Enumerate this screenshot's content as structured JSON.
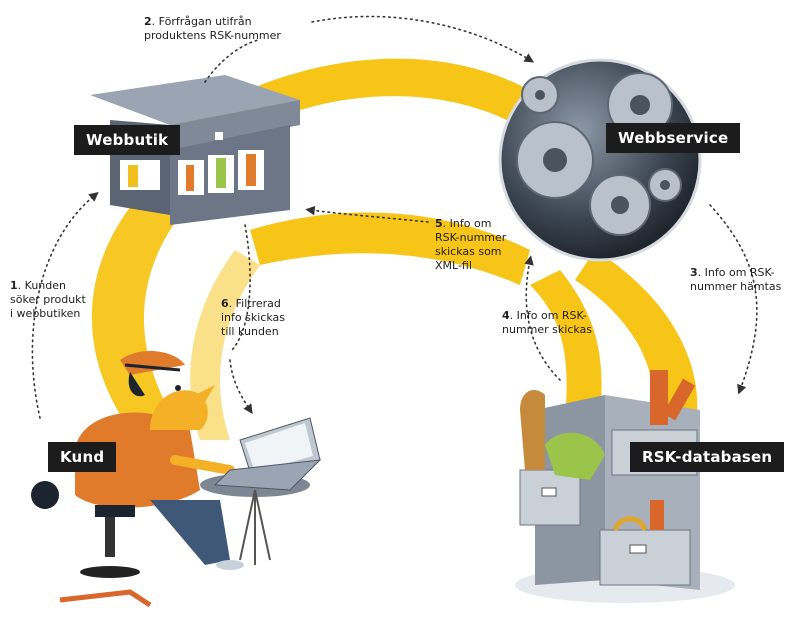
{
  "nodes": {
    "webbutik": "Webbutik",
    "webservice": "Webbservice",
    "kund": "Kund",
    "rsk_databasen": "RSK-databasen"
  },
  "steps": [
    {
      "number": "1",
      "lines": [
        ". Kunden",
        "söker produkt",
        "i webbutiken"
      ]
    },
    {
      "number": "2",
      "lines": [
        ". Förfrågan utifrån",
        "produktens RSK-nummer"
      ]
    },
    {
      "number": "3",
      "lines": [
        ". Info om RSK-",
        "nummer hämtas"
      ]
    },
    {
      "number": "4",
      "lines": [
        ". Info om RSK-",
        "nummer skickas"
      ]
    },
    {
      "number": "5",
      "lines": [
        ". Info om",
        "RSK-nummer",
        "skickas som",
        "XML-fil"
      ]
    },
    {
      "number": "6",
      "lines": [
        ". Filtrerad",
        "info skickas",
        "till kunden"
      ]
    }
  ],
  "colors": {
    "arc": "#f7c418",
    "label_bg": "#1c1c1c",
    "arrow": "#333333"
  }
}
